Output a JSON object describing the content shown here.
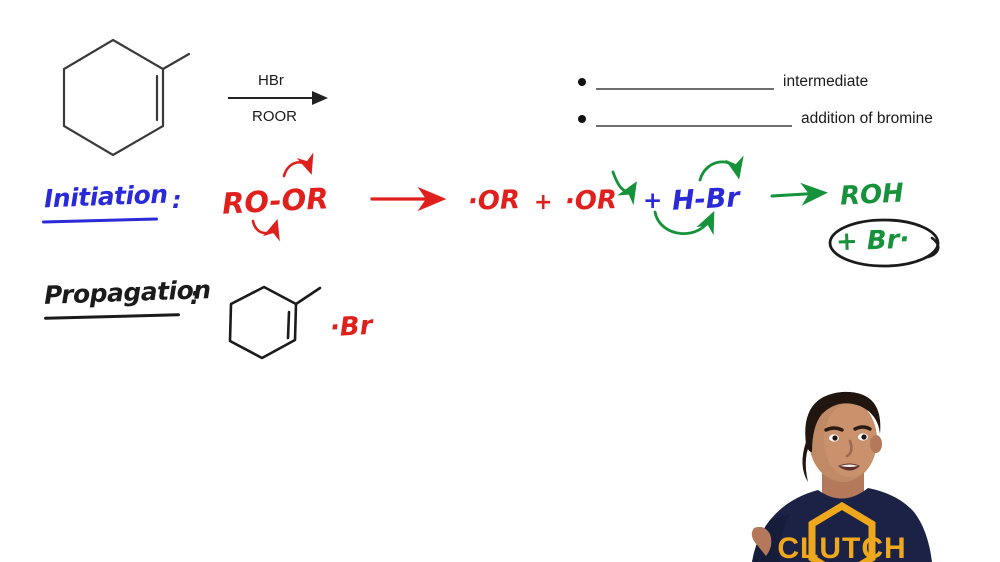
{
  "slide": {
    "background_color": "#ffffff",
    "reaction": {
      "substrate_name": "1-methylcyclohexene",
      "reagent_above_arrow": "HBr",
      "reagent_below_arrow": "ROOR",
      "arrow_icon": "reaction-arrow-icon"
    },
    "bullets": [
      {
        "blank": "__________________",
        "label": "intermediate"
      },
      {
        "blank": "__________________",
        "label": "addition of bromine"
      }
    ],
    "steps": {
      "initiation": {
        "heading": "Initiation",
        "colon": ":",
        "heading_color": "#2a2ad8",
        "species": {
          "peroxide": "RO-OR",
          "alkoxy_radical_1": "·OR",
          "plus_1": "+",
          "alkoxy_radical_2": "·OR",
          "plus_2": "+",
          "hydrogen_bromide": "H-Br",
          "alcohol_product": "ROH",
          "bromine_radical_boxed": "+ Br·"
        },
        "colors": {
          "red": "#e0201c",
          "blue": "#2a2ad8",
          "green": "#15923a",
          "black": "#1b1b1b"
        }
      },
      "propagation": {
        "heading": "Propagation",
        "colon": ":",
        "heading_color": "#1b1b1b",
        "species": {
          "alkene": "1-methylcyclohexene",
          "bromine_radical": "·Br"
        }
      }
    }
  },
  "presenter": {
    "shirt_text": "CLUTCH",
    "shirt_color": "#1b2246",
    "logo_color": "#efa81c"
  }
}
